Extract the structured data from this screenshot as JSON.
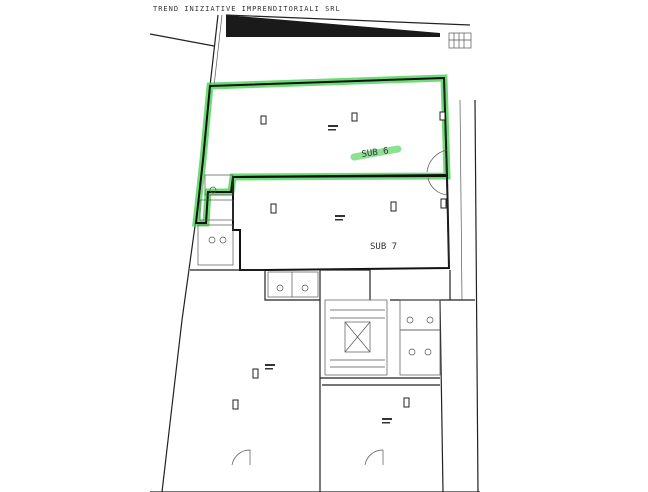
{
  "header": {
    "title": "TREND INIZIATIVE IMPRENDITORIALI SRL"
  },
  "units": [
    {
      "label": "SUB 6",
      "highlight_color": "#3ecf4a"
    },
    {
      "label": "SUB 7"
    }
  ],
  "colors": {
    "highlight": "#3ecf4a",
    "ink": "#222222",
    "paper": "#ffffff"
  }
}
